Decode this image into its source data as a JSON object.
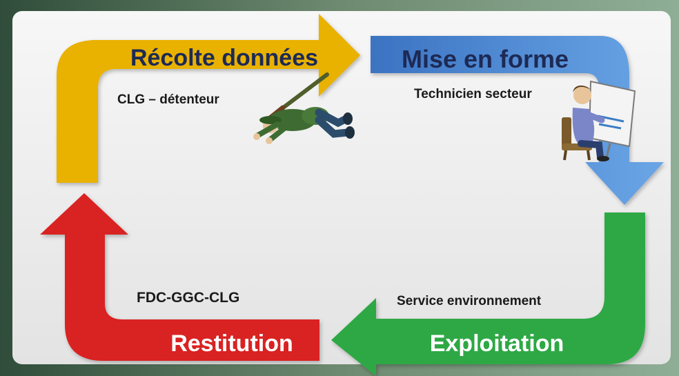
{
  "steps": {
    "recolte": {
      "title": "Récolte données",
      "actor": "CLG – détenteur",
      "color": "#e9b100"
    },
    "mise_en_forme": {
      "title": "Mise en forme",
      "actor": "Technicien secteur",
      "color": "#4a86cf"
    },
    "exploitation": {
      "title": "Exploitation",
      "actor": "Service environnement",
      "color": "#2ea844"
    },
    "restitution": {
      "title": "Restitution",
      "actor": "FDC-GGC-CLG",
      "color": "#d92121"
    }
  },
  "illustrations": {
    "hunter": "crawling-hunter-illustration",
    "technician": "seated-technician-illustration"
  }
}
